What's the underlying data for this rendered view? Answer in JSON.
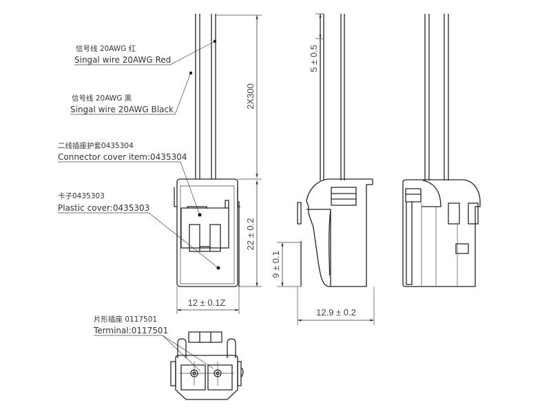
{
  "labels": {
    "red_wire_cn": "信号线 20AWG 红",
    "red_wire_en": "Singal wire 20AWG Red",
    "black_wire_cn": "信号线 20AWG 黑",
    "black_wire_en": "Singal wire 20AWG Black",
    "connector_cover_cn": "二线插座护套0435304",
    "connector_cover_en": "Connector cover item:0435304",
    "plastic_cover_cn": "卡子0435303",
    "plastic_cover_en": "Plastic cover:0435303",
    "terminal_cn": "片形插座  0117501",
    "terminal_en": "Terminal:0117501"
  },
  "dimensions": {
    "wire_length": "2X300",
    "body_height": "22 ± 0.2",
    "body_width": "12 ±  0.1Z",
    "strip_length": "5 ± 0.5",
    "latch_height": "9 ± 0.1",
    "body_depth": "12.9 ±  0.2"
  }
}
